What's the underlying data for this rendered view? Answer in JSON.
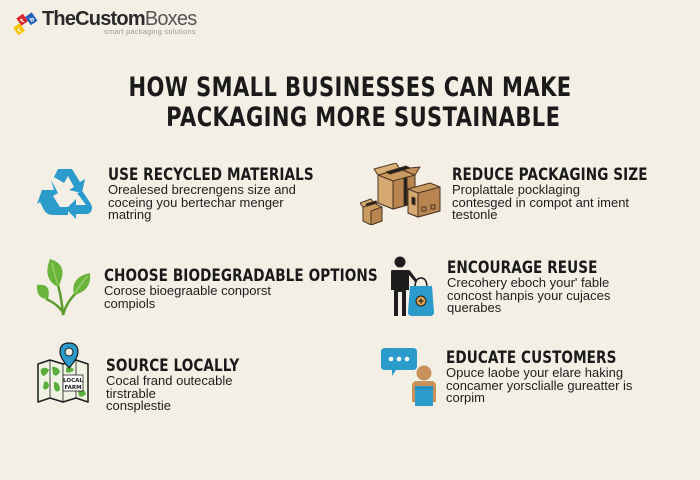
{
  "brand": {
    "name_bold": "TheCustom",
    "name_light": "Boxes",
    "tagline": "smart packaging solutions",
    "colors": {
      "red": "#d8262c",
      "yellow": "#f5c400",
      "blue": "#1f5fb8"
    }
  },
  "title": {
    "line1": "HOW SMALL BUSINESSES CAN MAKE",
    "line2": "PACKAGING MORE SUSTAINABLE"
  },
  "items": [
    {
      "heading": "USE RECYCLED MATERIALS",
      "body": "Orealesed brecrengens  size and\ncoceing you bertechar menger\nmatring",
      "icon": "recycle-icon",
      "color": "#2a9bcb"
    },
    {
      "heading": "REDUCE PACKAGING SIZE",
      "body": "Proplattale pocklaging\ncontesged in compot ant iment\ntestonle",
      "icon": "cardboard-boxes-icon",
      "color": "#c99a62"
    },
    {
      "heading": "CHOOSE BIODEGRADABLE OPTIONS",
      "body": "Corose bioegraable conporst\ncompiols",
      "icon": "leaf-sprout-icon",
      "color": "#6ab43c"
    },
    {
      "heading": "ENCOURAGE REUSE",
      "body": "Crecohery eboch your' fable\nconcost hanpis your cujaces\nquerabes",
      "icon": "person-reusable-bag-icon",
      "color": "#2a9bcb"
    },
    {
      "heading": "SOURCE LOCALLY",
      "body": "Cocal frand outecable tirstrable\nconsplestie",
      "icon": "local-farm-map-icon",
      "map_label_1": "LOCAL",
      "map_label_2": "FARM",
      "color": "#5aae3a"
    },
    {
      "heading": "EDUCATE CUSTOMERS",
      "body": "Opuce laobe your elare haking\nconcamer yorsclialle gureatter is\ncorpim",
      "icon": "speech-bubble-person-icon",
      "color": "#2a9bcb"
    }
  ]
}
